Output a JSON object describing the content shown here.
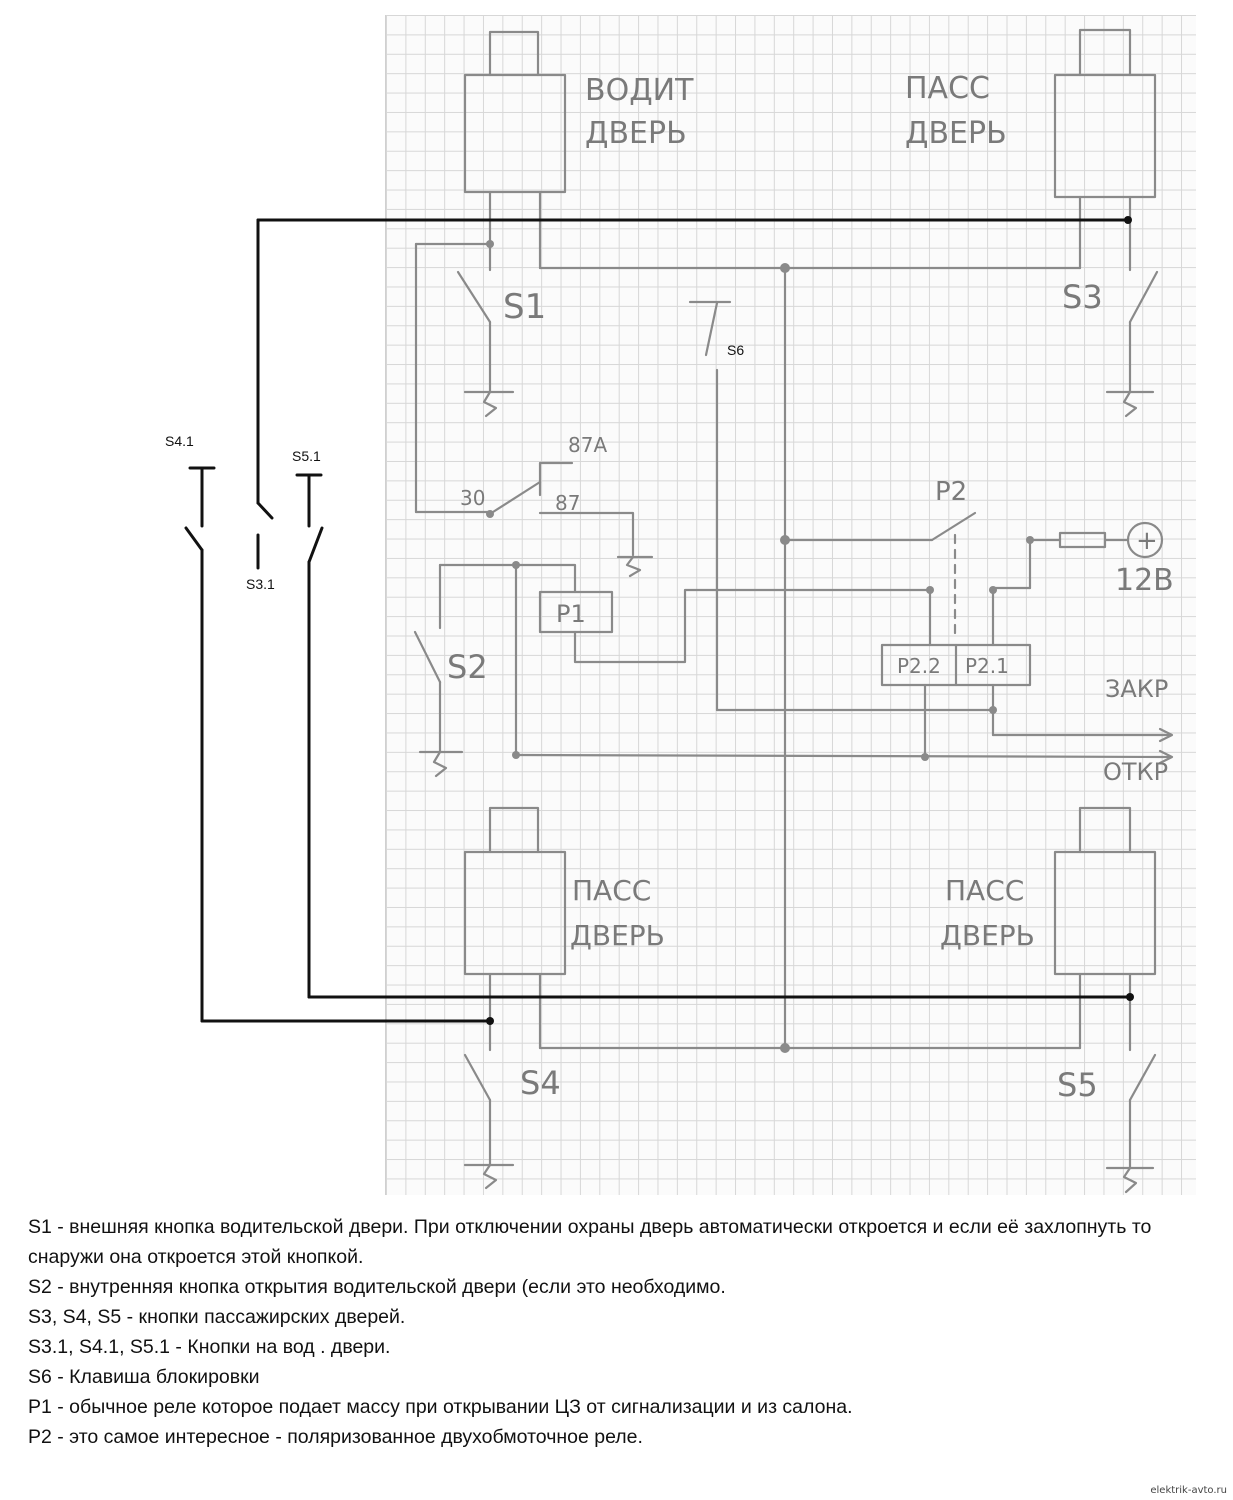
{
  "diagram": {
    "labels": {
      "driver_door_line1": "ВОДИТ",
      "driver_door_line2": "ДВЕРЬ",
      "pass_door_line1": "ПАСС",
      "pass_door_line2": "ДВЕРЬ",
      "s1": "S1",
      "s2": "S2",
      "s3": "S3",
      "s4": "S4",
      "s5": "S5",
      "s6": "S6",
      "s3_1": "S3.1",
      "s4_1": "S4.1",
      "s5_1": "S5.1",
      "pin_87a": "87A",
      "pin_30": "30",
      "pin_87": "87",
      "p1": "P1",
      "p2": "P2",
      "p2_2": "P2.2",
      "p2_1": "P2.1",
      "supply_plus": "+",
      "supply_voltage": "12В",
      "lock": "ЗАКР",
      "unlock": "ОТКР"
    },
    "colors": {
      "pencil": "#8a8a8a",
      "ink": "#111111",
      "grid": "#d7d7d7"
    }
  },
  "legend": [
    "S1 - внешняя кнопка водительской двери. При отключении охраны дверь автоматически откроется и если её захлопнуть то снаружи она откроется этой кнопкой.",
    "S2 - внутренняя кнопка открытия водительской двери (если это необходимо.",
    "S3, S4, S5 - кнопки пассажирских дверей.",
    "S3.1, S4.1, S5.1 - Кнопки на вод . двери.",
    "S6 - Клавиша блокировки",
    "P1 - обычное реле которое подает массу при открывании ЦЗ от сигнализации и из салона.",
    "P2 - это самое интересное - поляризованное двухобмоточное реле."
  ],
  "watermark": "elektrik-avto.ru"
}
